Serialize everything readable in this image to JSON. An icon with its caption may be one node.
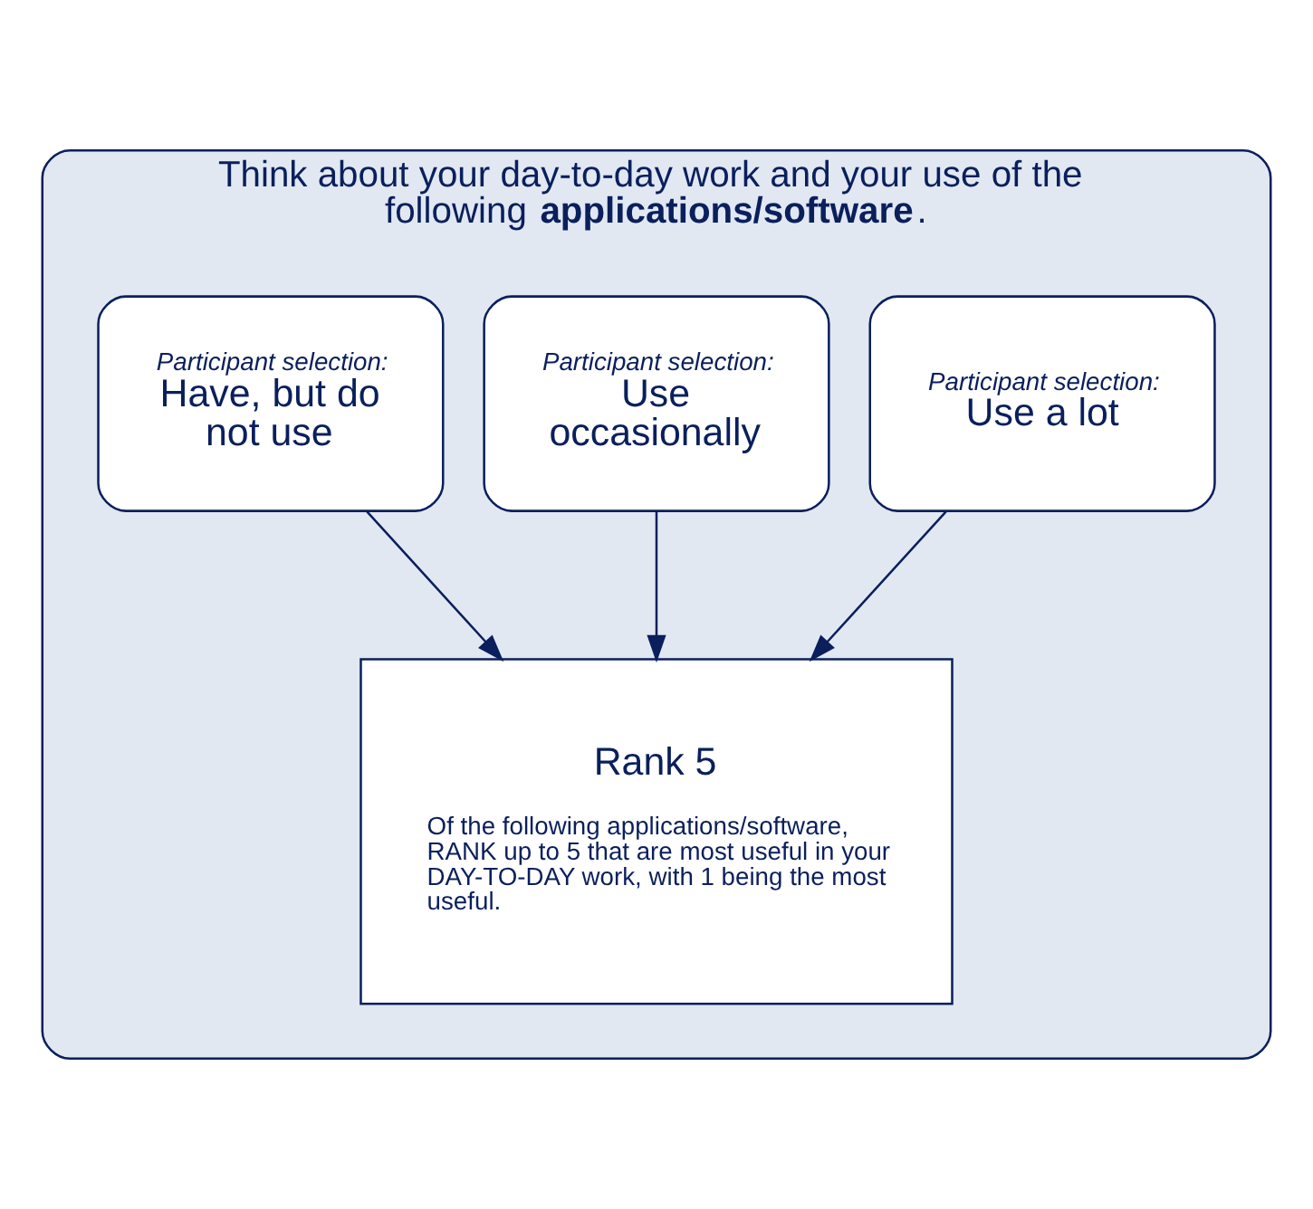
{
  "diagram": {
    "nodes": [
      {
        "text": [
          "Think about your day-to-day work and your use of the following **applications/software**."
        ]
      },
      {
        "text": [
          "Participant selection:",
          "Use a lot"
        ],
        "in": 0
      },
      {
        "text": [
          "Participant selection:",
          "Use occasionally"
        ],
        "in": 0
      },
      {
        "text": [
          "Participant selection:",
          "Have, but do not use"
        ],
        "in": 0
      },
      {
        "text": [
          "Rank 5",
          "Of the following applications/software, RANK up to 5 that are most useful in your DAY-TO-DAY work, with 1 being the most useful."
        ],
        "in": 0
      }
    ],
    "edges": [
      {
        "from": 1,
        "to": 4,
        "arrow": "to"
      },
      {
        "from": 2,
        "to": 4,
        "arrow": "to"
      },
      {
        "from": 3,
        "to": 4,
        "arrow": "to"
      }
    ]
  }
}
